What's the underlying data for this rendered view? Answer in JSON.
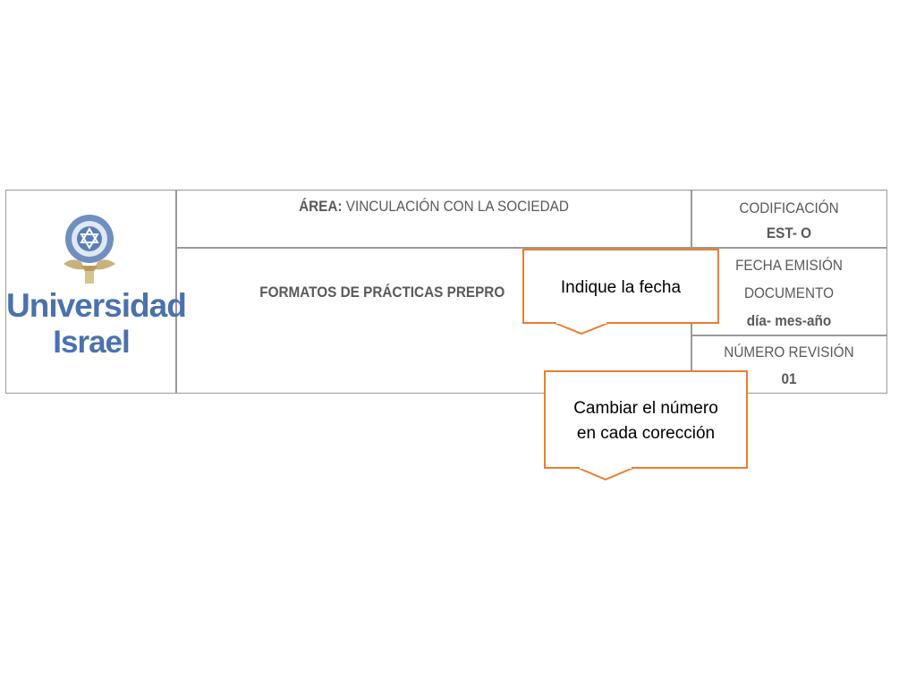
{
  "logo": {
    "line1": "Universidad",
    "line2": "Israel",
    "seal_icon": "university-seal-icon",
    "color": "#4a72ad"
  },
  "header": {
    "area_label": "ÁREA:",
    "area_value": "VINCULACIÓN  CON LA SOCIEDAD",
    "document_title": "FORMATOS DE PRÁCTICAS PREPRO",
    "codificacion_label": "CODIFICACIÓN",
    "codificacion_value": "EST- O",
    "fecha_label_line1": "FECHA EMISIÓN",
    "fecha_label_line2": "DOCUMENTO",
    "fecha_value": "día- mes-año",
    "revision_label": "NÚMERO REVISIÓN",
    "revision_value": "01"
  },
  "callouts": {
    "date_note": "Indique la fecha",
    "revision_note_line1": "Cambiar el número",
    "revision_note_line2": "en cada corección",
    "border_color": "#ed7d31"
  }
}
